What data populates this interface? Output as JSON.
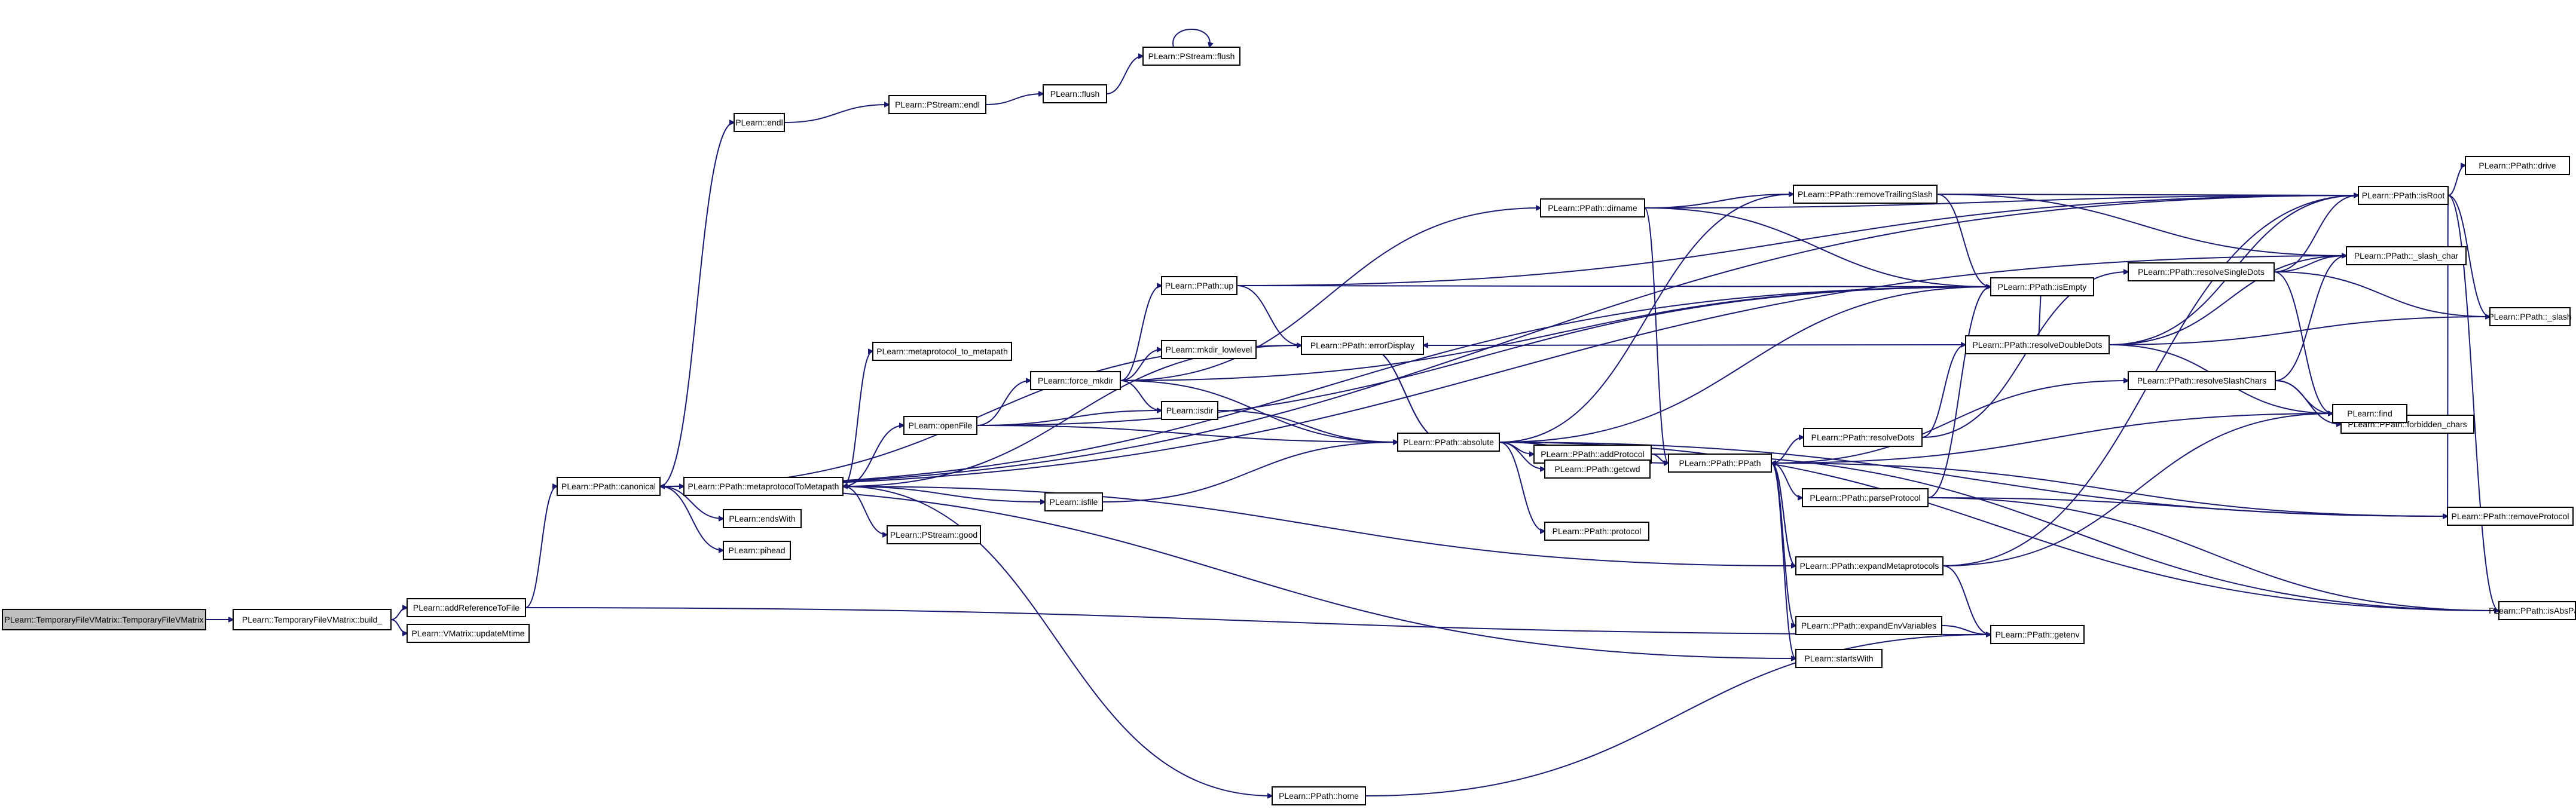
{
  "diagram": {
    "type": "call-graph",
    "colors": {
      "edge": "#191970",
      "node_border": "#000000",
      "root_fill": "#bfbfbf",
      "node_fill": "#ffffff"
    },
    "nodes": [
      {
        "id": "tfvm",
        "label": "PLearn::TemporaryFileVMatrix::TemporaryFileVMatrix",
        "root": true
      },
      {
        "id": "build",
        "label": "PLearn::TemporaryFileVMatrix::build_"
      },
      {
        "id": "addRef",
        "label": "PLearn::addReferenceToFile"
      },
      {
        "id": "updMtime",
        "label": "PLearn::VMatrix::updateMtime"
      },
      {
        "id": "canonical",
        "label": "PLearn::PPath::canonical"
      },
      {
        "id": "endl",
        "label": "PLearn::endl"
      },
      {
        "id": "psendl",
        "label": "PLearn::PStream::endl"
      },
      {
        "id": "flush",
        "label": "PLearn::flush"
      },
      {
        "id": "psflush",
        "label": "PLearn::PStream::flush"
      },
      {
        "id": "m2m",
        "label": "PLearn::PPath::metaprotocolToMetapath"
      },
      {
        "id": "endsWith",
        "label": "PLearn::endsWith"
      },
      {
        "id": "pihead",
        "label": "PLearn::pihead"
      },
      {
        "id": "mp2mp",
        "label": "PLearn::metaprotocol_to_metapath"
      },
      {
        "id": "openFile",
        "label": "PLearn::openFile"
      },
      {
        "id": "psgood",
        "label": "PLearn::PStream::good"
      },
      {
        "id": "forceMkdir",
        "label": "PLearn::force_mkdir"
      },
      {
        "id": "up",
        "label": "PLearn::PPath::up"
      },
      {
        "id": "mkdirLow",
        "label": "PLearn::mkdir_lowlevel"
      },
      {
        "id": "isdir",
        "label": "PLearn::isdir"
      },
      {
        "id": "isfile",
        "label": "PLearn::isfile"
      },
      {
        "id": "errorDisplay",
        "label": "PLearn::PPath::errorDisplay"
      },
      {
        "id": "dirname",
        "label": "PLearn::PPath::dirname"
      },
      {
        "id": "absolute",
        "label": "PLearn::PPath::absolute"
      },
      {
        "id": "addProtocol",
        "label": "PLearn::PPath::addProtocol"
      },
      {
        "id": "getcwd",
        "label": "PLearn::PPath::getcwd"
      },
      {
        "id": "protocol",
        "label": "PLearn::PPath::protocol"
      },
      {
        "id": "home",
        "label": "PLearn::PPath::home"
      },
      {
        "id": "ppath",
        "label": "PLearn::PPath::PPath"
      },
      {
        "id": "removeTS",
        "label": "PLearn::PPath::removeTrailingSlash"
      },
      {
        "id": "resolveDots",
        "label": "PLearn::PPath::resolveDots"
      },
      {
        "id": "parseProtocol",
        "label": "PLearn::PPath::parseProtocol"
      },
      {
        "id": "expandMP",
        "label": "PLearn::PPath::expandMetaprotocols"
      },
      {
        "id": "expandEnv",
        "label": "PLearn::PPath::expandEnvVariables"
      },
      {
        "id": "startsWith",
        "label": "PLearn::startsWith"
      },
      {
        "id": "isEmpty",
        "label": "PLearn::PPath::isEmpty"
      },
      {
        "id": "resolveDD",
        "label": "PLearn::PPath::resolveDoubleDots"
      },
      {
        "id": "resolveSD",
        "label": "PLearn::PPath::resolveSingleDots"
      },
      {
        "id": "resolveSC",
        "label": "PLearn::PPath::resolveSlashChars"
      },
      {
        "id": "getenv",
        "label": "PLearn::PPath::getenv"
      },
      {
        "id": "isRoot",
        "label": "PLearn::PPath::isRoot"
      },
      {
        "id": "slashChar",
        "label": "PLearn::PPath::_slash_char"
      },
      {
        "id": "forbidden",
        "label": "PLearn::PPath::forbidden_chars"
      },
      {
        "id": "find",
        "label": "PLearn::find"
      },
      {
        "id": "removeProtocol",
        "label": "PLearn::PPath::removeProtocol"
      },
      {
        "id": "isAbsPath",
        "label": "PLearn::PPath::isAbsPath"
      },
      {
        "id": "drive",
        "label": "PLearn::PPath::drive"
      },
      {
        "id": "slash",
        "label": "PLearn::PPath::_slash"
      }
    ],
    "edges": [
      [
        "tfvm",
        "build"
      ],
      [
        "build",
        "addRef"
      ],
      [
        "build",
        "updMtime"
      ],
      [
        "addRef",
        "canonical"
      ],
      [
        "addRef",
        "getenv"
      ],
      [
        "canonical",
        "endl"
      ],
      [
        "canonical",
        "m2m"
      ],
      [
        "canonical",
        "endsWith"
      ],
      [
        "canonical",
        "pihead"
      ],
      [
        "canonical",
        "isRoot"
      ],
      [
        "canonical",
        "isEmpty"
      ],
      [
        "canonical",
        "slashChar"
      ],
      [
        "canonical",
        "startsWith"
      ],
      [
        "endl",
        "psendl"
      ],
      [
        "psendl",
        "flush"
      ],
      [
        "flush",
        "psflush"
      ],
      [
        "psflush",
        "psflush"
      ],
      [
        "m2m",
        "mp2mp"
      ],
      [
        "m2m",
        "openFile"
      ],
      [
        "m2m",
        "psgood"
      ],
      [
        "m2m",
        "isfile"
      ],
      [
        "m2m",
        "errorDisplay"
      ],
      [
        "m2m",
        "home"
      ],
      [
        "openFile",
        "forceMkdir"
      ],
      [
        "openFile",
        "isdir"
      ],
      [
        "openFile",
        "absolute"
      ],
      [
        "openFile",
        "isEmpty"
      ],
      [
        "forceMkdir",
        "up"
      ],
      [
        "forceMkdir",
        "mkdirLow"
      ],
      [
        "forceMkdir",
        "isdir"
      ],
      [
        "forceMkdir",
        "absolute"
      ],
      [
        "forceMkdir",
        "dirname"
      ],
      [
        "forceMkdir",
        "isEmpty"
      ],
      [
        "up",
        "errorDisplay"
      ],
      [
        "up",
        "isEmpty"
      ],
      [
        "up",
        "isRoot"
      ],
      [
        "isdir",
        "absolute"
      ],
      [
        "isfile",
        "absolute"
      ],
      [
        "errorDisplay",
        "absolute"
      ],
      [
        "errorDisplay",
        "canonical"
      ],
      [
        "dirname",
        "removeTS"
      ],
      [
        "dirname",
        "isEmpty"
      ],
      [
        "dirname",
        "ppath"
      ],
      [
        "dirname",
        "isRoot"
      ],
      [
        "absolute",
        "addProtocol"
      ],
      [
        "absolute",
        "getcwd"
      ],
      [
        "absolute",
        "protocol"
      ],
      [
        "absolute",
        "ppath"
      ],
      [
        "absolute",
        "isEmpty"
      ],
      [
        "absolute",
        "isAbsPath"
      ],
      [
        "absolute",
        "removeProtocol"
      ],
      [
        "absolute",
        "errorDisplay"
      ],
      [
        "absolute",
        "removeTS"
      ],
      [
        "addProtocol",
        "ppath"
      ],
      [
        "addProtocol",
        "isAbsPath"
      ],
      [
        "home",
        "getenv"
      ],
      [
        "ppath",
        "resolveDots"
      ],
      [
        "ppath",
        "parseProtocol"
      ],
      [
        "ppath",
        "expandMP"
      ],
      [
        "ppath",
        "expandEnv"
      ],
      [
        "ppath",
        "startsWith"
      ],
      [
        "ppath",
        "find"
      ],
      [
        "ppath",
        "resolveSC"
      ],
      [
        "ppath",
        "removeProtocol"
      ],
      [
        "removeTS",
        "isRoot"
      ],
      [
        "removeTS",
        "isEmpty"
      ],
      [
        "removeTS",
        "slashChar"
      ],
      [
        "resolveDots",
        "resolveDD"
      ],
      [
        "resolveDots",
        "resolveSD"
      ],
      [
        "resolveDD",
        "errorDisplay"
      ],
      [
        "resolveDD",
        "isRoot"
      ],
      [
        "resolveDD",
        "slashChar"
      ],
      [
        "resolveDD",
        "slash"
      ],
      [
        "resolveDD",
        "find"
      ],
      [
        "resolveDD",
        "isEmpty"
      ],
      [
        "resolveSD",
        "slashChar"
      ],
      [
        "resolveSD",
        "find"
      ],
      [
        "resolveSD",
        "slash"
      ],
      [
        "resolveSD",
        "isRoot"
      ],
      [
        "resolveSC",
        "forbidden"
      ],
      [
        "resolveSC",
        "find"
      ],
      [
        "resolveSC",
        "slashChar"
      ],
      [
        "parseProtocol",
        "isEmpty"
      ],
      [
        "parseProtocol",
        "removeProtocol"
      ],
      [
        "parseProtocol",
        "isAbsPath"
      ],
      [
        "expandMP",
        "ppath"
      ],
      [
        "expandMP",
        "getenv"
      ],
      [
        "expandMP",
        "m2m"
      ],
      [
        "expandMP",
        "find"
      ],
      [
        "expandMP",
        "isRoot"
      ],
      [
        "expandEnv",
        "getenv"
      ],
      [
        "isRoot",
        "drive"
      ],
      [
        "isRoot",
        "slash"
      ],
      [
        "isRoot",
        "isAbsPath"
      ],
      [
        "isRoot",
        "removeProtocol"
      ]
    ]
  }
}
